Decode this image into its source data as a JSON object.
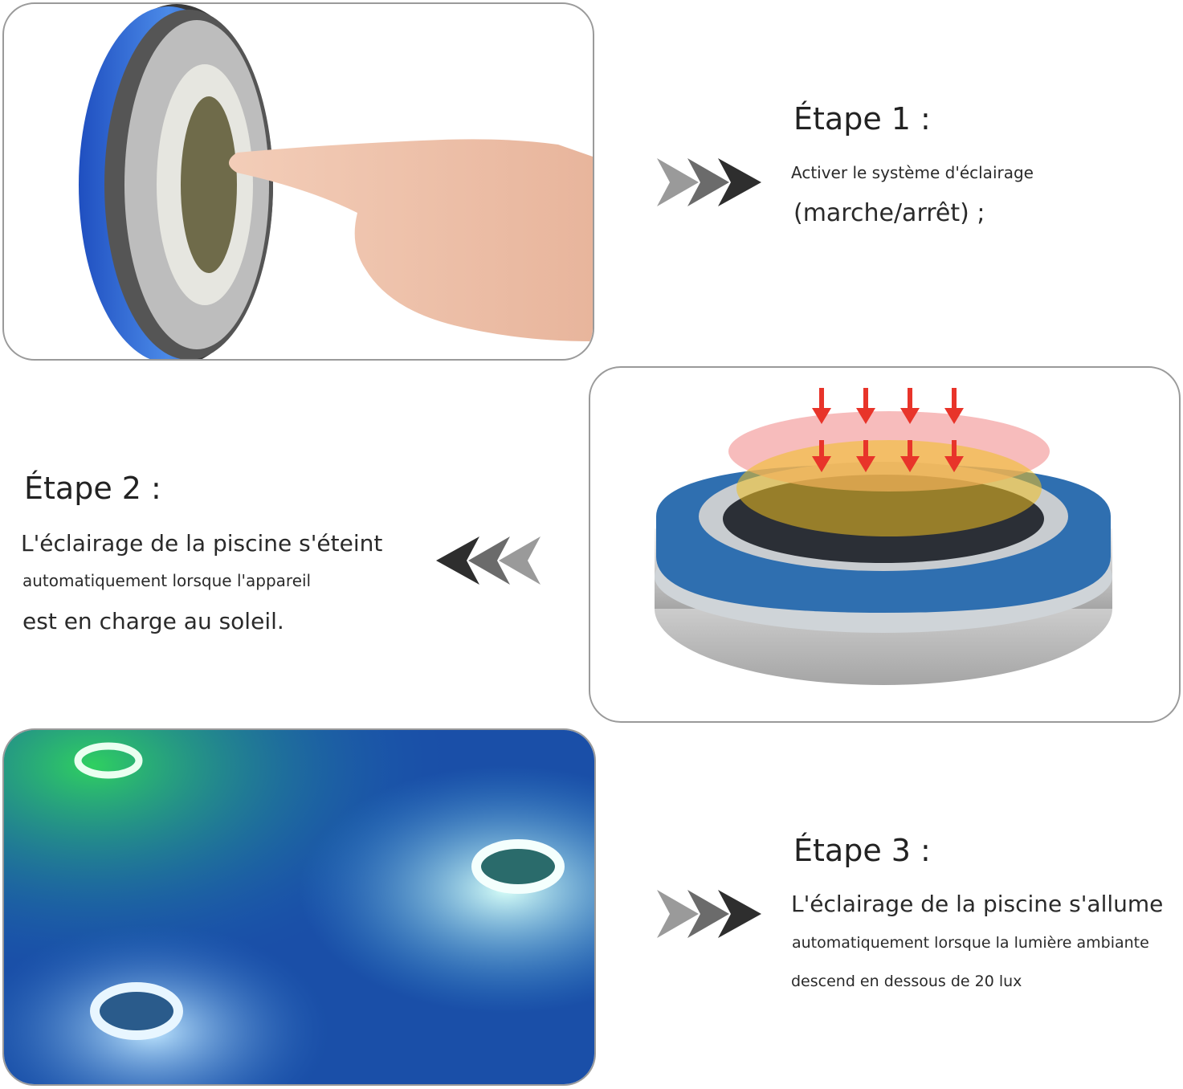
{
  "steps": [
    {
      "title": "Étape 1 :",
      "lines": [
        "Activer le système d'éclairage",
        "(marche/arrêt) ;"
      ],
      "arrow_direction": "right"
    },
    {
      "title": "Étape 2 :",
      "lines": [
        "L'éclairage de la piscine s'éteint",
        "automatiquement lorsque l'appareil",
        "est en charge au soleil."
      ],
      "arrow_direction": "left"
    },
    {
      "title": "Étape 3 :",
      "lines": [
        "L'éclairage de la piscine s'allume",
        "automatiquement lorsque la lumière ambiante",
        "descend en dessous de 20 lux"
      ],
      "arrow_direction": "right"
    }
  ],
  "colors": {
    "arrow_light": "#9a9a9a",
    "arrow_mid": "#6b6b6b",
    "arrow_dark": "#2e2e2e",
    "device_blue": "#2f6fb0",
    "sun_arrow_red": "#e8342a",
    "pool_blue": "#1a5fb4",
    "pool_green": "#2fd060"
  }
}
